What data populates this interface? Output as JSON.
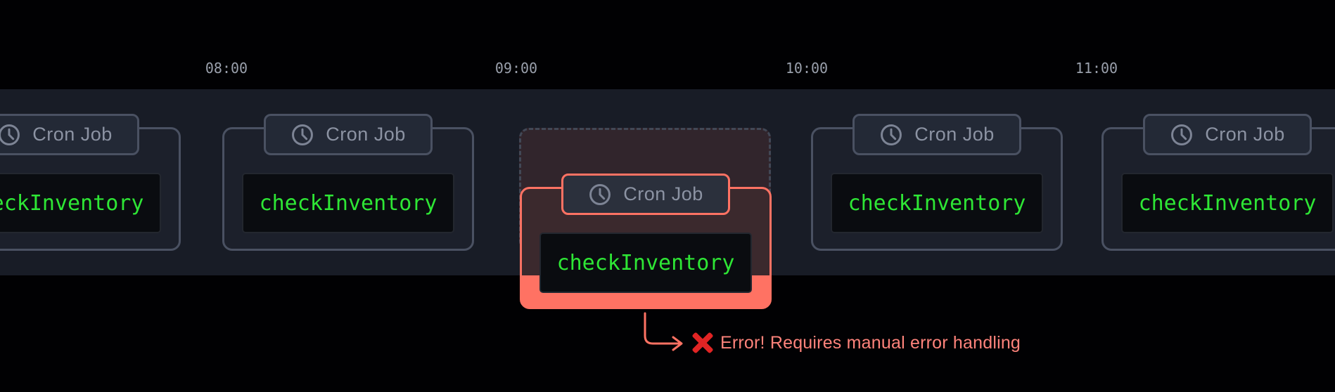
{
  "timeline": {
    "time_labels": [
      "08:00",
      "09:00",
      "10:00",
      "11:00"
    ],
    "jobs": [
      {
        "badge_label": "Cron Job",
        "badge_icon": "clock-icon",
        "function_name": "checkInventory",
        "status": "ok"
      },
      {
        "badge_label": "Cron Job",
        "badge_icon": "clock-icon",
        "function_name": "checkInventory",
        "status": "ok"
      },
      {
        "badge_label": "Cron Job",
        "badge_icon": "clock-icon",
        "function_name": "checkInventory",
        "status": "error"
      },
      {
        "badge_label": "Cron Job",
        "badge_icon": "clock-icon",
        "function_name": "checkInventory",
        "status": "ok"
      },
      {
        "badge_label": "Cron Job",
        "badge_icon": "clock-icon",
        "function_name": "checkInventory",
        "status": "ok"
      }
    ]
  },
  "error_callout": {
    "icon": "cross-mark-icon",
    "arrow_icon": "elbow-arrow-icon",
    "message": "Error! Requires manual error handling"
  },
  "colors": {
    "background": "#010103",
    "timeline_band": "#181c26",
    "card_border": "#4a5162",
    "card_background": "#1c202b",
    "code_box_background": "#0a0c10",
    "code_green": "#2ee635",
    "badge_text": "#8c93a3",
    "time_label": "#9aa0ac",
    "error_accent": "#ff7263",
    "error_text": "#ff837b",
    "cross_red": "#e12424"
  }
}
